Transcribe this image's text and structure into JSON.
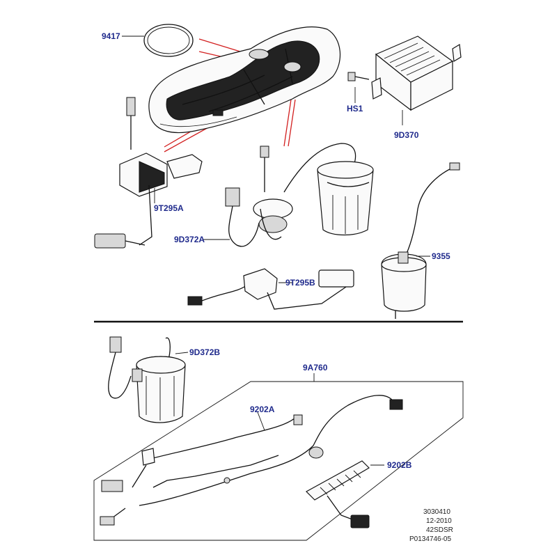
{
  "labels": {
    "gasket": "9417",
    "screw": "HS1",
    "control_module": "9D370",
    "sender_a": "9T295A",
    "pipe_a": "9D372A",
    "filter": "9355",
    "sender_b": "9T295B",
    "pipe_b": "9D372B",
    "harness": "9A760",
    "harness_a": "9202A",
    "harness_b": "9202B"
  },
  "meta": {
    "line1": "3030410",
    "line2": "12-2010",
    "line3": "42SDSR",
    "line4": "P0134746-05"
  }
}
